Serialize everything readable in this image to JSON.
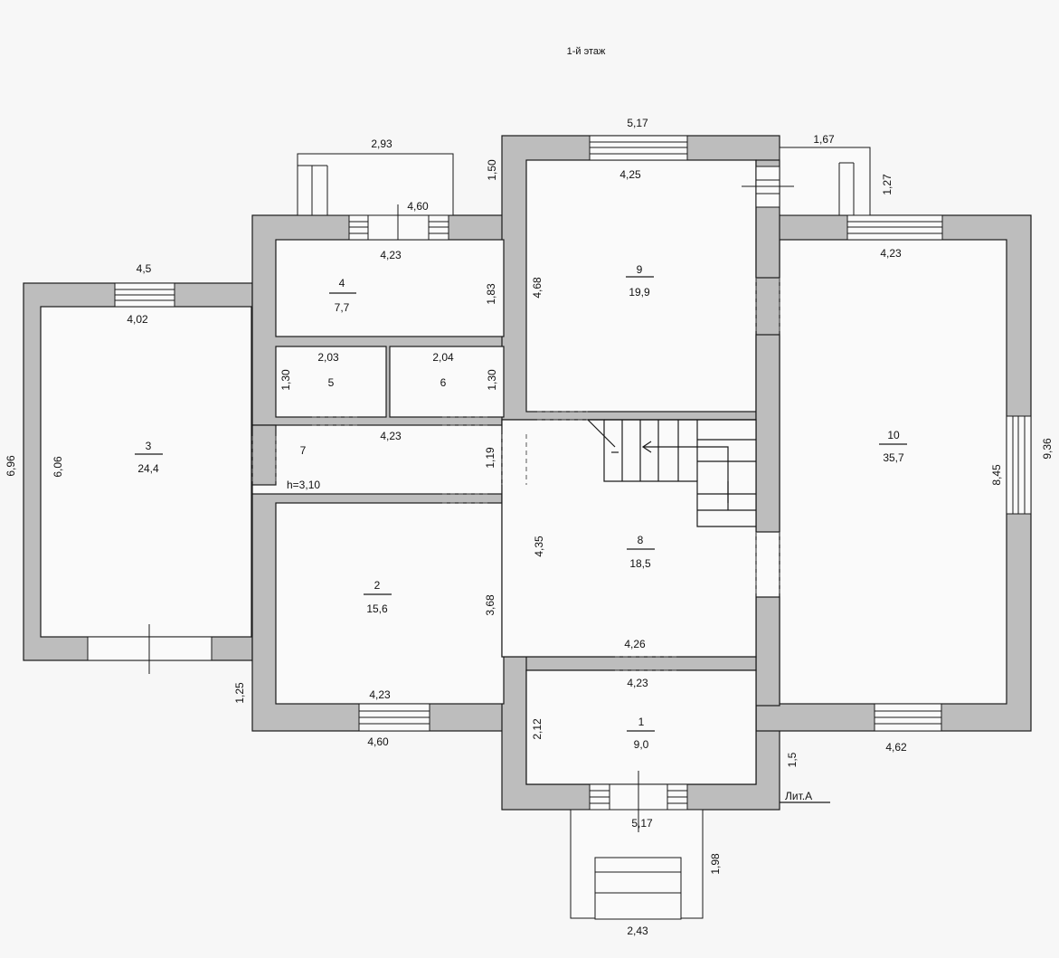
{
  "title": "1-й этаж",
  "litera": "Лит.А",
  "ceiling_height": "h=3,10",
  "rooms": [
    {
      "number": "1",
      "area": "9,0"
    },
    {
      "number": "2",
      "area": "15,6"
    },
    {
      "number": "3",
      "area": "24,4"
    },
    {
      "number": "4",
      "area": "7,7"
    },
    {
      "number": "5",
      "area": ""
    },
    {
      "number": "6",
      "area": ""
    },
    {
      "number": "7",
      "area": ""
    },
    {
      "number": "8",
      "area": "18,5"
    },
    {
      "number": "9",
      "area": "19,9"
    },
    {
      "number": "10",
      "area": "35,7"
    }
  ],
  "dimensions": {
    "d_293": "2,93",
    "d_460_top": "4,60",
    "d_423_r4top": "4,23",
    "d_150": "1,50",
    "d_517_top": "5,17",
    "d_425": "4,25",
    "d_167": "1,67",
    "d_127": "1,27",
    "d_423_r10top": "4,23",
    "d_45": "4,5",
    "d_402": "4,02",
    "d_183": "1,83",
    "d_468": "4,68",
    "d_203": "2,03",
    "d_204": "2,04",
    "d_130_left": "1,30",
    "d_130_right": "1,30",
    "d_423_corr": "4,23",
    "d_119": "1,19",
    "d_696": "6,96",
    "d_606": "6,06",
    "d_936": "9,36",
    "d_845": "8,45",
    "d_435": "4,35",
    "d_368": "3,68",
    "d_426": "4,26",
    "d_423_r1top": "4,23",
    "d_125": "1,25",
    "d_423_r2bot": "4,23",
    "d_460_bot": "4,60",
    "d_212": "2,12",
    "d_15": "1,5",
    "d_462": "4,62",
    "d_517_bot": "5,17",
    "d_198": "1,98",
    "d_243": "2,43"
  }
}
